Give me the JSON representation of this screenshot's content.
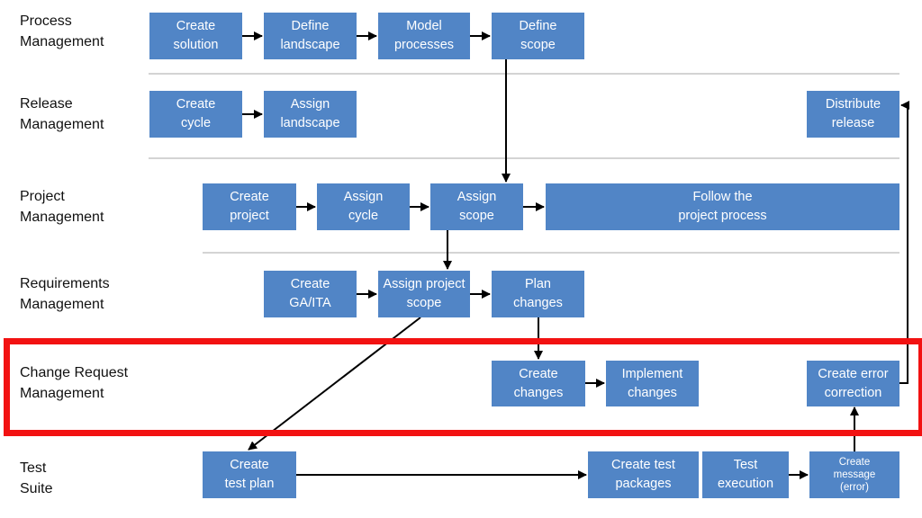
{
  "lanes": [
    {
      "line1": "Process",
      "line2": "Management"
    },
    {
      "line1": "Release",
      "line2": "Management"
    },
    {
      "line1": "Project",
      "line2": "Management"
    },
    {
      "line1": "Requirements",
      "line2": "Management"
    },
    {
      "line1": "Change Request",
      "line2": "Management"
    },
    {
      "line1": "Test",
      "line2": "Suite"
    }
  ],
  "boxes": {
    "create_solution": {
      "line1": "Create",
      "line2": "solution"
    },
    "define_landscape": {
      "line1": "Define",
      "line2": "landscape"
    },
    "model_processes": {
      "line1": "Model",
      "line2": "processes"
    },
    "define_scope": {
      "line1": "Define",
      "line2": "scope"
    },
    "create_cycle": {
      "line1": "Create",
      "line2": "cycle"
    },
    "assign_landscape": {
      "line1": "Assign",
      "line2": "landscape"
    },
    "distribute_release": {
      "line1": "Distribute",
      "line2": "release"
    },
    "create_project": {
      "line1": "Create",
      "line2": "project"
    },
    "assign_cycle": {
      "line1": "Assign",
      "line2": "cycle"
    },
    "assign_scope": {
      "line1": "Assign",
      "line2": "scope"
    },
    "follow_project_process": {
      "line1": "Follow the",
      "line2": "project process"
    },
    "create_ga_ita": {
      "line1": "Create",
      "line2": "GA/ITA"
    },
    "assign_project_scope": {
      "line1": "Assign project",
      "line2": "scope"
    },
    "plan_changes": {
      "line1": "Plan",
      "line2": "changes"
    },
    "create_changes": {
      "line1": "Create",
      "line2": "changes"
    },
    "implement_changes": {
      "line1": "Implement",
      "line2": "changes"
    },
    "create_error_correction": {
      "line1": "Create error",
      "line2": "correction"
    },
    "create_test_plan": {
      "line1": "Create",
      "line2": "test plan"
    },
    "create_test_packages": {
      "line1": "Create test",
      "line2": "packages"
    },
    "test_execution": {
      "line1": "Test",
      "line2": "execution"
    },
    "create_message_error": {
      "line1": "Create",
      "line2": "message",
      "line3": "(error)"
    }
  },
  "colors": {
    "box_fill": "#5185C6",
    "box_text": "#ffffff",
    "highlight": "#f21212",
    "separator": "#d4d4d4",
    "arrow": "#000000"
  }
}
